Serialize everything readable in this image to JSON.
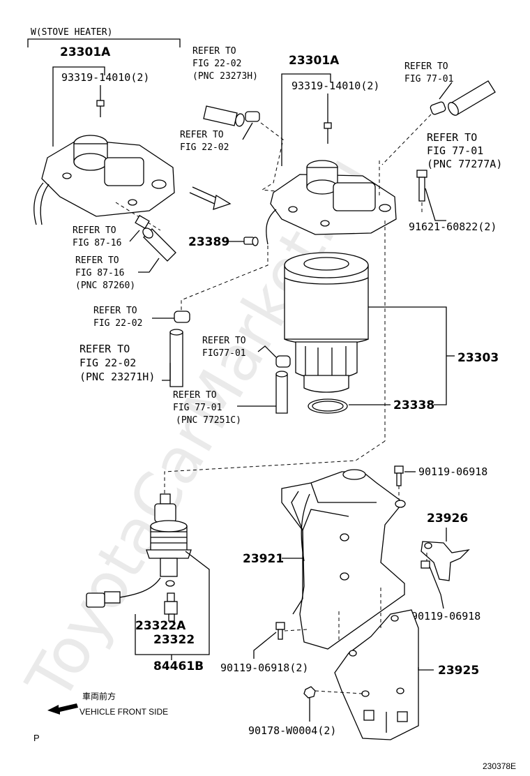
{
  "variant_note": "W(STOVE HEATER)",
  "watermark": "ToyotaCarMarket.ru",
  "parts": {
    "p23301A_left": "23301A",
    "p93319_left": "93319-14010(2)",
    "p23301A_right": "23301A",
    "p93319_right": "93319-14010(2)",
    "p23389": "23389",
    "p91621": "91621-60822(2)",
    "p23303": "23303",
    "p23338": "23338",
    "p90119_a": "90119-06918",
    "p23926": "23926",
    "p23921": "23921",
    "p90119_b": "90119-06918",
    "p90119_c": "90119-06918(2)",
    "p23925": "23925",
    "p90178": "90178-W0004(2)",
    "p23322A": "23322A",
    "p23322": "23322",
    "p84461B": "84461B"
  },
  "refs": {
    "r1": [
      "REFER TO",
      "FIG 22-02",
      "(PNC 23273H)"
    ],
    "r2": [
      "REFER TO",
      "FIG 22-02"
    ],
    "r3": [
      "REFER TO",
      "FIG 77-01"
    ],
    "r4": [
      "REFER TO",
      "FIG 77-01",
      "(PNC 77277A)"
    ],
    "r5": [
      "REFER TO",
      "FIG 87-16"
    ],
    "r6": [
      "REFER TO",
      "FIG 87-16",
      "(PNC 87260)"
    ],
    "r7": [
      "REFER TO",
      "FIG 22-02"
    ],
    "r8": [
      "REFER TO",
      "FIG 22-02",
      "(PNC 23271H)"
    ],
    "r9": [
      "REFER TO",
      "FIG77-01"
    ],
    "r10": [
      "REFER TO",
      "FIG 77-01",
      "(PNC 77251C)"
    ]
  },
  "direction": {
    "jp": "車両前方",
    "en": "VEHICLE FRONT SIDE"
  },
  "page_letter": "P",
  "figure_code": "230378E"
}
